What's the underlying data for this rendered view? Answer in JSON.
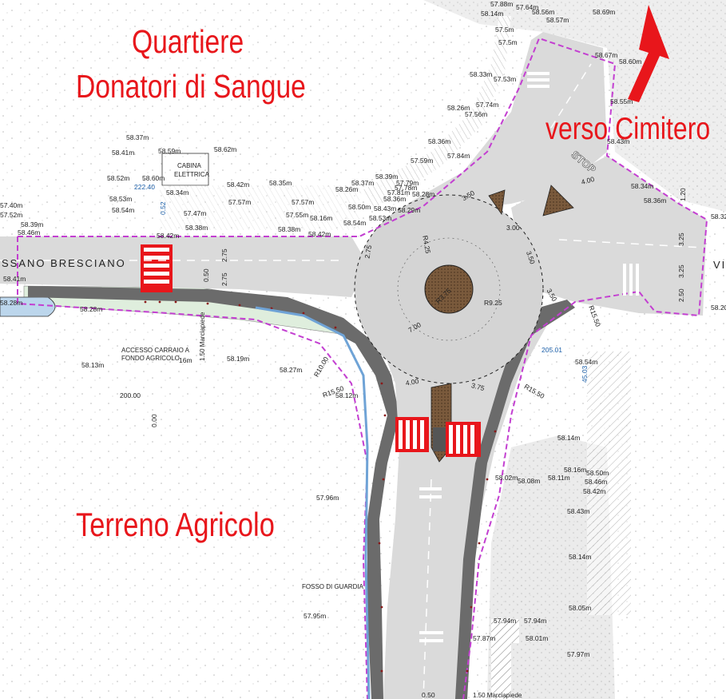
{
  "labels": {
    "district_line1": "Quartiere",
    "district_line2": "Donatori di Sangue",
    "direction": "verso Cimitero",
    "farmland": "Terreno Agricolo"
  },
  "road": {
    "name": "SSANO BRESCIANO",
    "name_right": "VI"
  },
  "annotations": {
    "cabin_line1": "CABINA",
    "cabin_line2": "ELETTRICA",
    "access_line1": "ACCESSO CARRAIO A",
    "access_line2": "FONDO AGRICOLO",
    "ditch": "FOSSO DI GUARDIA",
    "sidewalk_left": "1.50 Marciapiede",
    "sidewalk_bottom": "1.50 Marciapiede",
    "stop": "STOP"
  },
  "dimensions": {
    "r_island": "R3.75",
    "r_ring": "7.00",
    "r_925": "R9.25",
    "r_1550a": "R15.50",
    "r_1550b": "R15.50",
    "r_1550c": "R15.50",
    "r_1000": "R10.00",
    "r_425": "R4.25",
    "w_275a": "2.75",
    "w_275b": "2.75",
    "w_275c": "2.75",
    "w_050": "0.50",
    "w_350a": "3.50",
    "w_350b": "3.50",
    "w_350c": "3.50",
    "w_300": "3.00",
    "w_400a": "4.00",
    "w_400b": "4.00",
    "w_375": "3.75",
    "w_325a": "3.25",
    "w_325b": "3.25",
    "w_250": "2.50",
    "w_120": "1.20",
    "w_050b": "0.50",
    "coord_x": "222.40",
    "coord_a": "0.52",
    "coord_b": "200.00",
    "coord_c": "0.00",
    "coord_d": "205.01",
    "coord_e": "45.03",
    "coord_f": "16m"
  },
  "elevations": [
    "58.37m",
    "58.41m",
    "58.52m",
    "58.53m",
    "58.54m",
    "58.59m",
    "58.62m",
    "58.60m",
    "58.34m",
    "58.42m",
    "58.35m",
    "57.57m",
    "57.57m",
    "57.47m",
    "57.55m",
    "58.16m",
    "58.38m",
    "58.42m",
    "58.38m",
    "58.42m",
    "58.26m",
    "58.37m",
    "58.39m",
    "57.78m",
    "58.29m",
    "58.36m",
    "58.28m",
    "57.81m",
    "57.79m",
    "58.50m",
    "58.53m",
    "58.54m",
    "58.43m",
    "58.14m",
    "57.88m",
    "57.64m",
    "58.56m",
    "58.57m",
    "58.69m",
    "58.67m",
    "58.60m",
    "58.55m",
    "58.43m",
    "58.33m",
    "57.53m",
    "57.74m",
    "57.56m",
    "58.26m",
    "58.36m",
    "57.59m",
    "57.84m",
    "58.34m",
    "58.36m",
    "58.32m",
    "58.20m",
    "58.39m",
    "58.46m",
    "57.40m",
    "57.52m",
    "58.41m",
    "58.28m",
    "58.28m",
    "58.13m",
    "58.19m",
    "58.27m",
    "58.12m",
    "58.14m",
    "58.16m",
    "58.50m",
    "58.46m",
    "58.42m",
    "58.43m",
    "58.14m",
    "58.05m",
    "57.94m",
    "57.94m",
    "57.87m",
    "58.01m",
    "57.97m",
    "57.96m",
    "57.95m",
    "58.02m",
    "58.08m",
    "58.11m",
    "58.54m",
    "57.5m",
    "57.5m"
  ],
  "colors": {
    "highlight_text": "#e8161b",
    "boundary": "#c33fd1",
    "asphalt": "#d8d8d8",
    "dark_asphalt": "#6b6b6b",
    "island_fill": "#7a5a3c",
    "crossing_red": "#e8161b",
    "arrow": "#e8161b"
  }
}
